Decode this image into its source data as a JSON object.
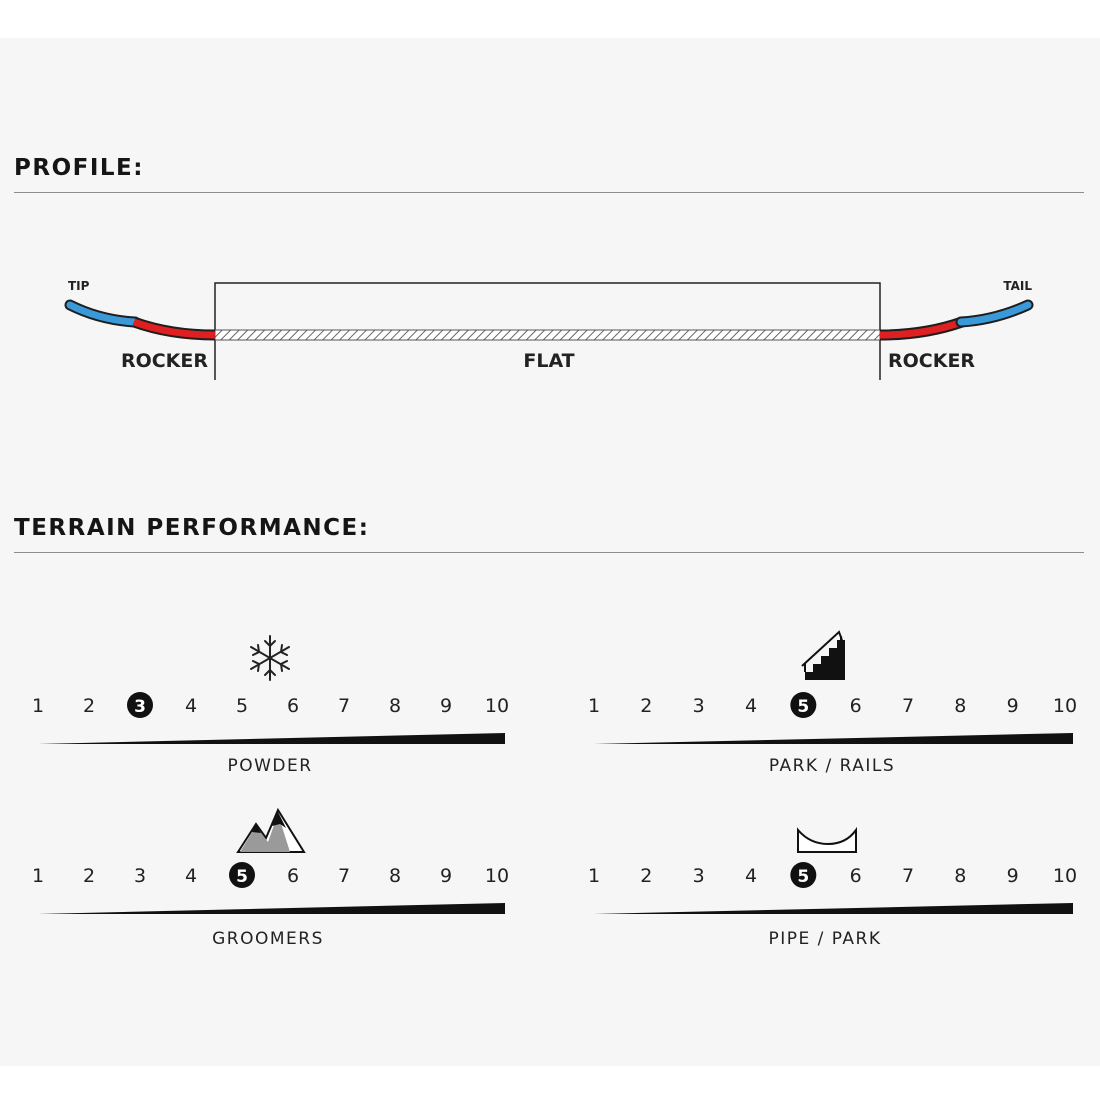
{
  "sections": {
    "profile_title": "PROFILE:",
    "terrain_title": "TERRAIN PERFORMANCE:"
  },
  "profile": {
    "tip_label": "TIP",
    "tail_label": "TAIL",
    "zones": [
      {
        "label": "ROCKER",
        "type": "rocker"
      },
      {
        "label": "FLAT",
        "type": "flat"
      },
      {
        "label": "ROCKER",
        "type": "rocker"
      }
    ],
    "colors": {
      "rocker": "#e02020",
      "tip": "#3a9ad9",
      "flat_hatch": "#555555"
    }
  },
  "terrain": {
    "scale": [
      "1",
      "2",
      "3",
      "4",
      "5",
      "6",
      "7",
      "8",
      "9",
      "10"
    ],
    "scale_max": 10,
    "ratings": [
      {
        "category": "POWDER",
        "icon": "snowflake-icon",
        "value": 3
      },
      {
        "category": "PARK / RAILS",
        "icon": "stairs-rail-icon",
        "value": 5
      },
      {
        "category": "GROOMERS",
        "icon": "mountains-icon",
        "value": 5
      },
      {
        "category": "PIPE / PARK",
        "icon": "halfpipe-icon",
        "value": 5
      }
    ]
  }
}
